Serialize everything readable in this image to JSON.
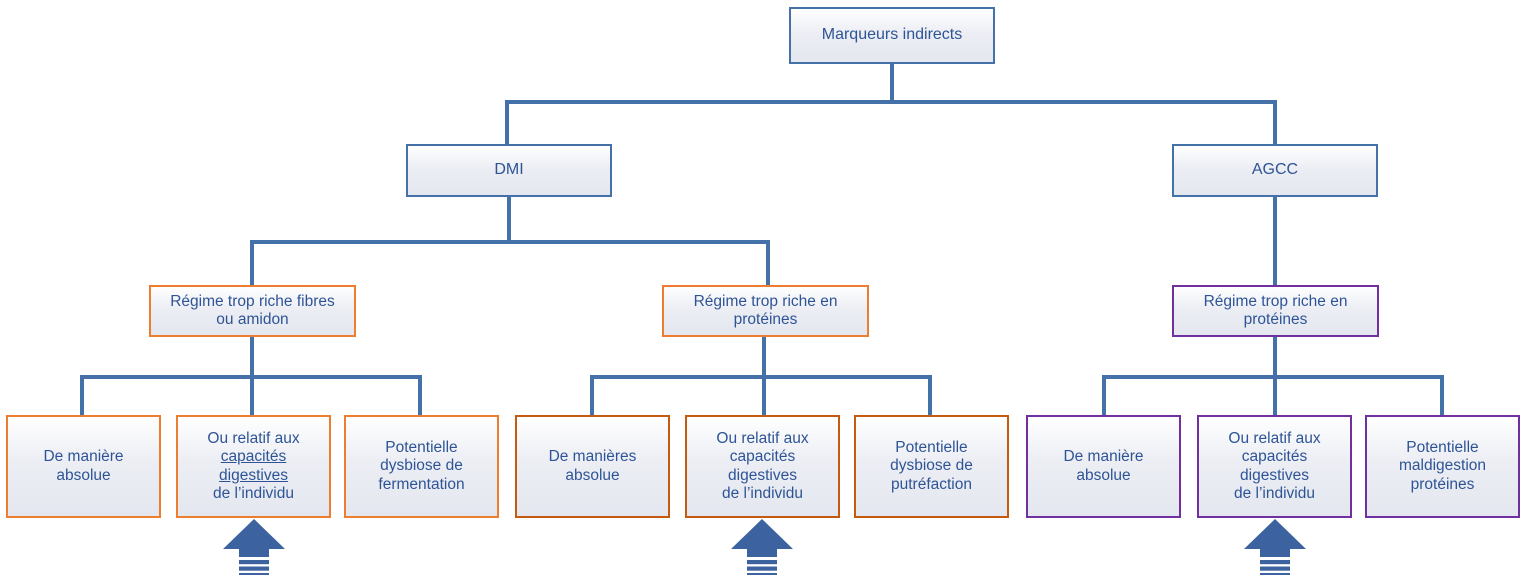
{
  "diagram": {
    "title_text": "Marqueurs indirects",
    "type": "hierarchy-tree",
    "colors": {
      "line": "#4472a8",
      "text": "#2e5496",
      "border_blue": "#4472a8",
      "border_orange": "#ed7d31",
      "border_orange_dark": "#c55a11",
      "border_purple": "#7030a0",
      "arrow_fill": "#3c639f",
      "box_fill": "#eceef4"
    },
    "root": {
      "label": "Marqueurs indirects"
    },
    "level2": [
      {
        "label": "DMI"
      },
      {
        "label": "AGCC"
      }
    ],
    "level3": [
      {
        "label": "Régime trop riche fibres\nou amidon"
      },
      {
        "label": "Régime trop riche en\nprotéines"
      },
      {
        "label": "Régime trop riche en\nprotéines"
      }
    ],
    "leaves": [
      {
        "label": "De manière\nabsolue",
        "underlined": ""
      },
      {
        "label_pre": "Ou relatif aux\n",
        "label_underlined": "capacités\ndigestives",
        "label_post": "\nde l’individu",
        "has_arrow": true
      },
      {
        "label": "Potentielle\ndysbiose de\nfermentation"
      },
      {
        "label": "De manières\nabsolue"
      },
      {
        "label": "Ou relatif aux\ncapacités\ndigestives\nde l’individu",
        "has_arrow": true
      },
      {
        "label": "Potentielle\ndysbiose de\nputréfaction"
      },
      {
        "label": "De manière\nabsolue"
      },
      {
        "label": "Ou relatif aux\ncapacités\ndigestives\nde l’individu",
        "has_arrow": true
      },
      {
        "label": "Potentielle\nmaldigestion\nprotéines"
      }
    ],
    "arrows": [
      {
        "name": "striped-up-arrow-1"
      },
      {
        "name": "striped-up-arrow-2"
      },
      {
        "name": "striped-up-arrow-3"
      }
    ]
  }
}
